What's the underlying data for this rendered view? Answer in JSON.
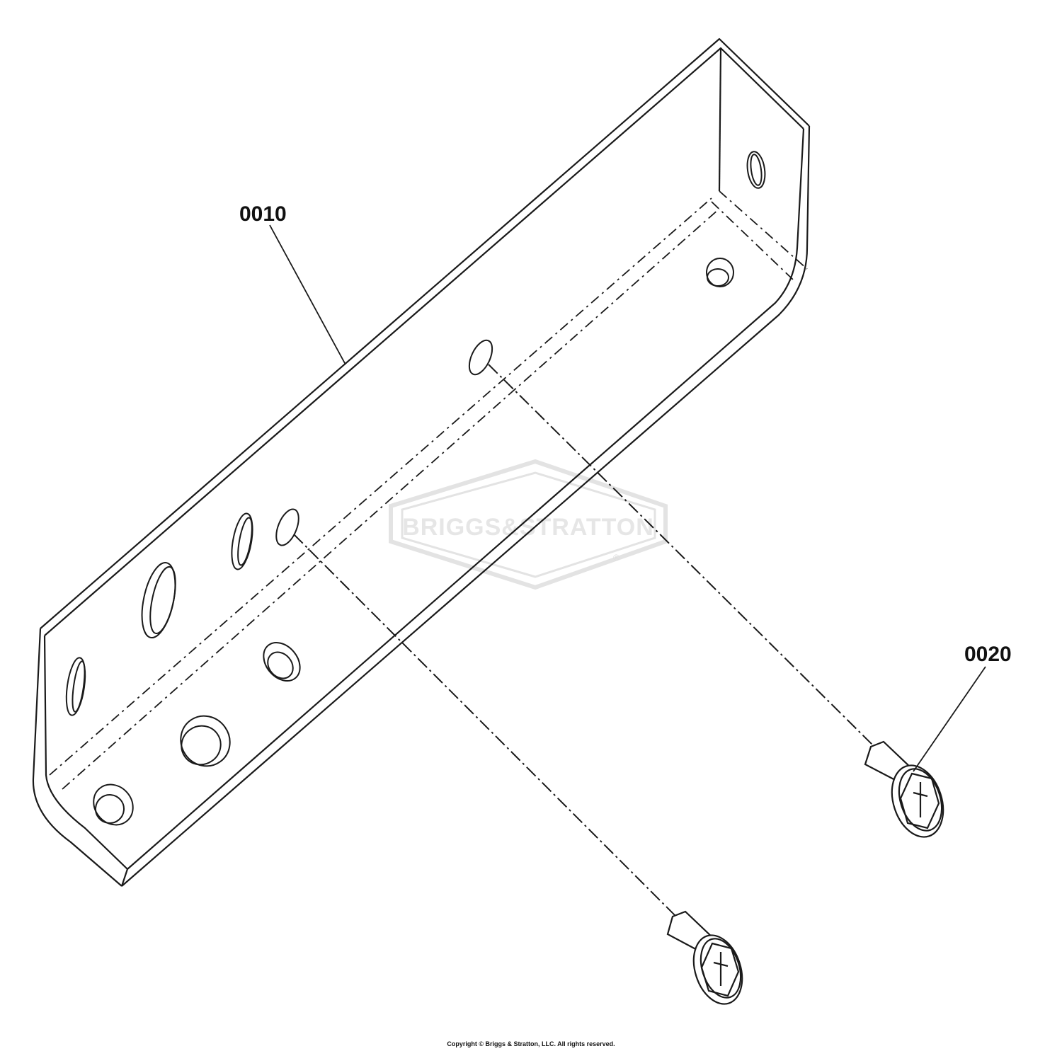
{
  "callouts": {
    "bracket": "0010",
    "screw": "0020"
  },
  "watermark": {
    "brand": "BRIGGS&STRATTON",
    "registered_mark": "®"
  },
  "footer": {
    "copyright": "Copyright © Briggs & Stratton, LLC. All rights reserved."
  },
  "colors": {
    "line": "#1a1a1a",
    "watermark": "#e3e3e3",
    "background": "#ffffff"
  }
}
